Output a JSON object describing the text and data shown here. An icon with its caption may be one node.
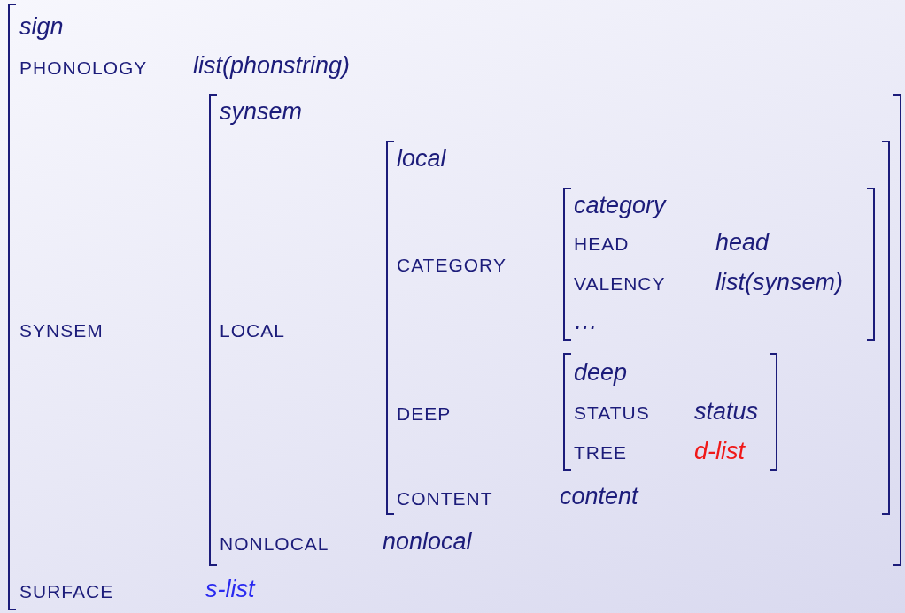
{
  "diagram": {
    "nodes": [
      {
        "text": [
          "sign",
          "PHONOLOGY",
          "list(phonstring)",
          "SYNSEM",
          "SURFACE",
          "s-list"
        ]
      },
      {
        "text": [
          "synsem",
          "LOCAL",
          "NONLOCAL",
          "nonlocal"
        ],
        "in": 0
      },
      {
        "text": [
          "local",
          "CATEGORY",
          "DEEP",
          "CONTENT",
          "content"
        ],
        "in": 1
      },
      {
        "text": [
          "category",
          "HEAD",
          "head",
          "VALENCY",
          "list(synsem)",
          "…"
        ],
        "in": 2
      },
      {
        "text": [
          "deep",
          "STATUS",
          "status",
          "TREE",
          "d-list"
        ],
        "in": 2
      }
    ]
  }
}
